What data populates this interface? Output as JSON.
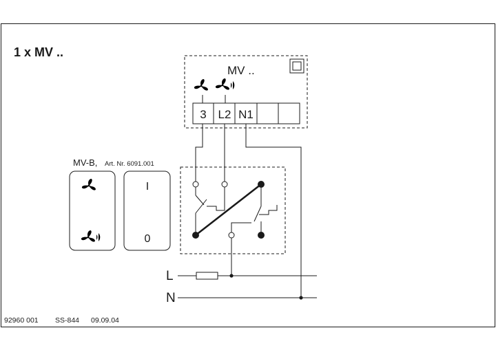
{
  "title": "1 x MV ..",
  "device": {
    "label": "MV ..",
    "terminals": [
      "3",
      "L2",
      "N1",
      "",
      ""
    ],
    "fan_icon_top": "fan-icon",
    "fan_icon_speed": "fan-speed-icon"
  },
  "switch_unit": {
    "name": "MV-B,",
    "article": "Art. Nr. 6091.001",
    "rocker_top": "I",
    "rocker_bottom": "0"
  },
  "supply": {
    "line": "L",
    "neutral": "N"
  },
  "footer": {
    "doc_number": "92960 001",
    "series": "SS-844",
    "date": "09.09.04"
  }
}
